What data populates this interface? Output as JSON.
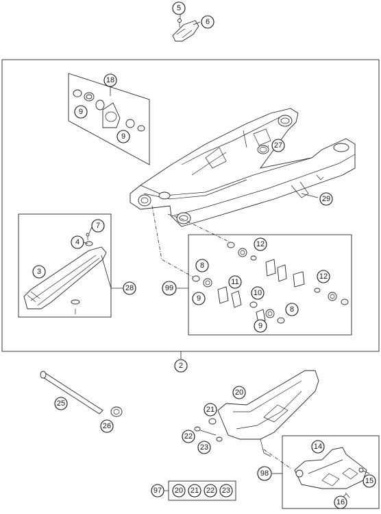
{
  "callouts": {
    "c5": "5",
    "c6": "6",
    "c18": "18",
    "c9a": "9",
    "c9b": "9",
    "c27": "27",
    "c29": "29",
    "c7": "7",
    "c4": "4",
    "c3": "3",
    "c28": "28",
    "c12a": "12",
    "c8a": "8",
    "c99": "99",
    "c11": "11",
    "c12b": "12",
    "c9c": "9",
    "c10": "10",
    "c8b": "8",
    "c9d": "9",
    "c2": "2",
    "c20": "20",
    "c25": "25",
    "c21": "21",
    "c22": "22",
    "c23": "23",
    "c26": "26",
    "c14": "14",
    "c98": "98",
    "c15": "15",
    "c16": "16"
  },
  "kit_row": {
    "c97": "97",
    "k20": "20",
    "k21": "21",
    "k22": "22",
    "k23": "23"
  }
}
